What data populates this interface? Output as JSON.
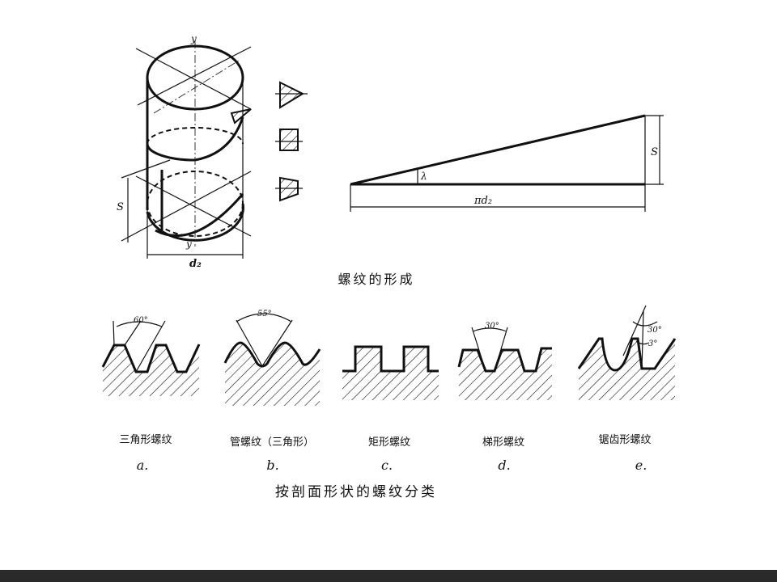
{
  "formation": {
    "caption": "螺纹的形成",
    "labels": {
      "axis_top": "y",
      "axis_bottom": "y",
      "pitch": "S",
      "diameter": "d₂",
      "lead_angle": "λ",
      "circumference": "πd₂",
      "triangle_height": "S"
    }
  },
  "classification": {
    "caption": "按剖面形状的螺纹分类",
    "profiles": [
      {
        "name": "三角形螺纹",
        "letter": "a.",
        "angle": "60°"
      },
      {
        "name": "管螺纹（三角形）",
        "letter": "b.",
        "angle": "55°"
      },
      {
        "name": "矩形螺纹",
        "letter": "c."
      },
      {
        "name": "梯形螺纹",
        "letter": "d.",
        "angle": "30°"
      },
      {
        "name": "锯齿形螺纹",
        "letter": "e.",
        "angle": "30°",
        "angle2": "3°"
      }
    ]
  },
  "colors": {
    "ink": "#111111",
    "background": "#ffffff",
    "bottom_bar": "#2a2a2a"
  }
}
